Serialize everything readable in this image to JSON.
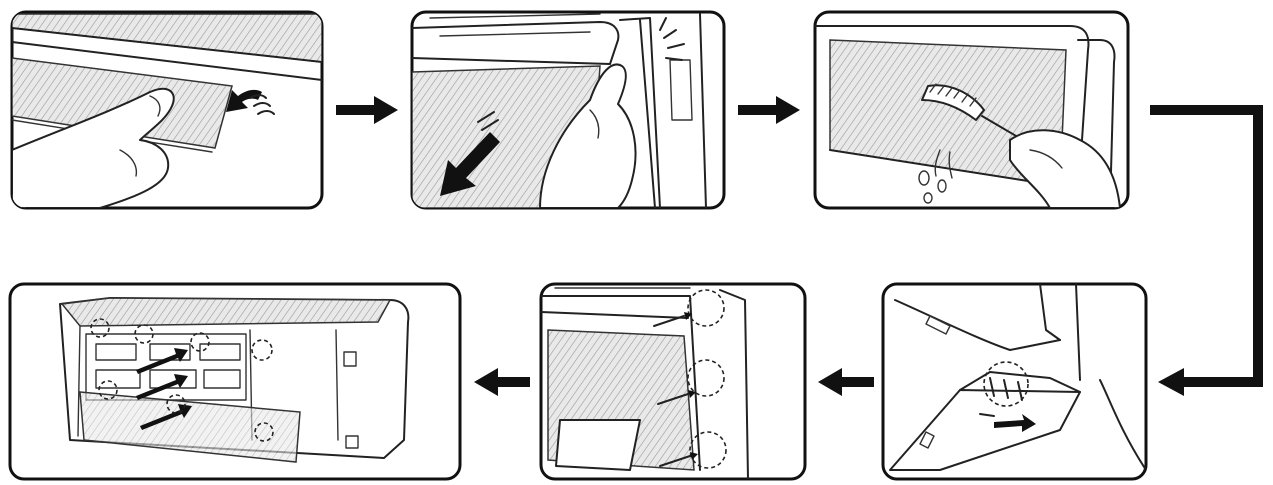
{
  "diagram": {
    "steps": [
      {
        "id": 1,
        "icon": "finger-lifting-filter-tab-icon"
      },
      {
        "id": 2,
        "icon": "hand-pulling-filter-down-icon"
      },
      {
        "id": 3,
        "icon": "brush-cleaning-filter-icon"
      },
      {
        "id": 4,
        "icon": "filter-hook-reinsert-icon"
      },
      {
        "id": 5,
        "icon": "filter-slide-into-tabs-icon"
      },
      {
        "id": 6,
        "icon": "indoor-unit-filter-installed-icon"
      }
    ],
    "colors": {
      "line": "#111111",
      "background": "#ffffff"
    }
  }
}
